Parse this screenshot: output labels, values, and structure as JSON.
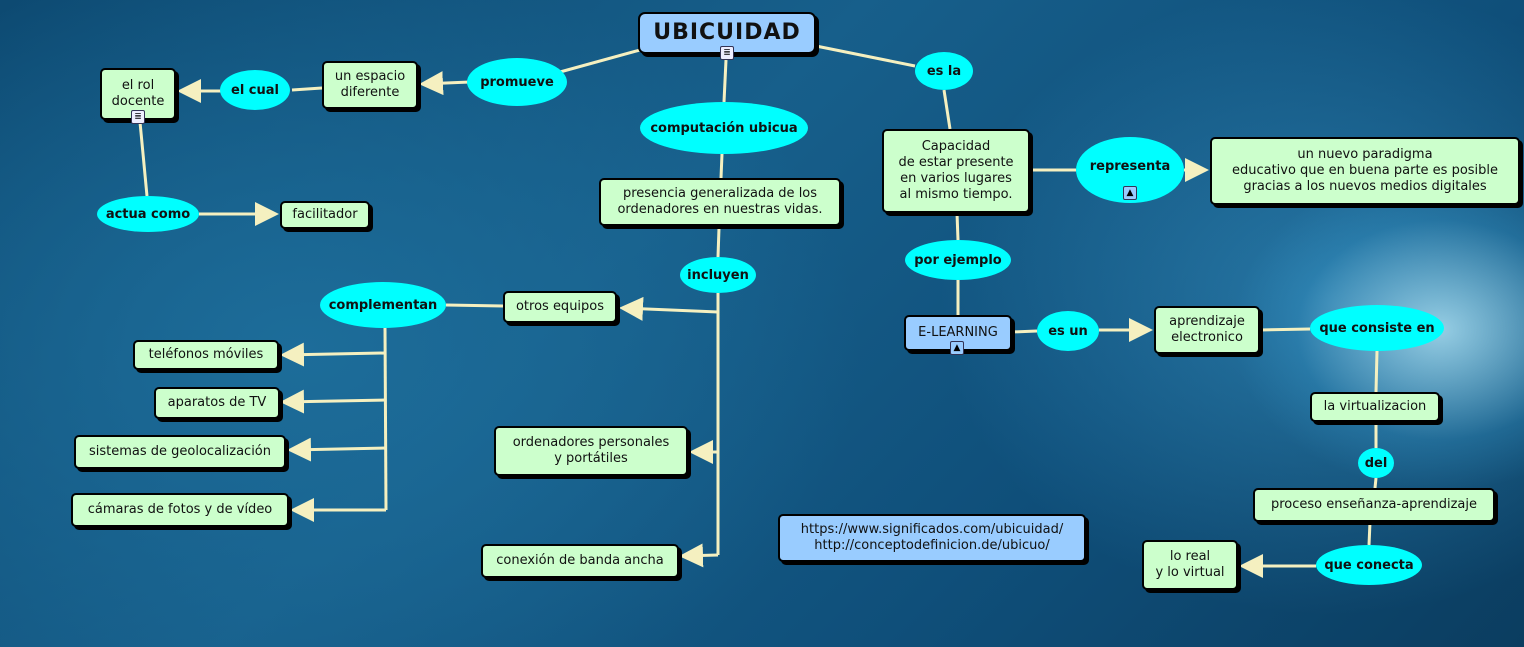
{
  "root": "UBICUIDAD",
  "concepts": {
    "espacio": "un espacio\ndiferente",
    "rol": "el rol\ndocente",
    "facilitador": "facilitador",
    "presencia": "presencia generalizada de los\nordenadores en nuestras vidas.",
    "otros": "otros equipos",
    "telefonos": "teléfonos móviles",
    "tv": "aparatos de TV",
    "geo": "sistemas de geolocalización",
    "camaras": "cámaras de fotos y de vídeo",
    "ordenadores": "ordenadores personales\ny portátiles",
    "banda": "conexión de banda ancha",
    "capacidad": "Capacidad\nde estar presente\nen varios lugares\nal mismo tiempo.",
    "paradigma": "un nuevo paradigma\neducativo que en buena parte es posible\ngracias a los nuevos medios digitales",
    "elearning": "E-LEARNING",
    "aprendizaje": "aprendizaje\nelectronico",
    "virtualizacion": "la virtualizacion",
    "proceso": "proceso enseñanza-aprendizaje",
    "real": "lo real\ny lo virtual",
    "urls": "https://www.significados.com/ubicuidad/\nhttp://conceptodefinicion.de/ubicuo/"
  },
  "links": {
    "promueve": "promueve",
    "elcual": "el cual",
    "actua": "actua como",
    "computacion": "computación ubicua",
    "incluyen": "incluyen",
    "complementan": "complementan",
    "esla": "es la",
    "representa": "representa",
    "porejemplo": "por ejemplo",
    "esun": "es un",
    "consiste": "que consiste en",
    "del": "del",
    "conecta": "que conecta"
  },
  "colors": {
    "concept": "#ccffcc",
    "linking": "#00ffff",
    "root": "#99ccff",
    "line": "#f5f0c0"
  }
}
